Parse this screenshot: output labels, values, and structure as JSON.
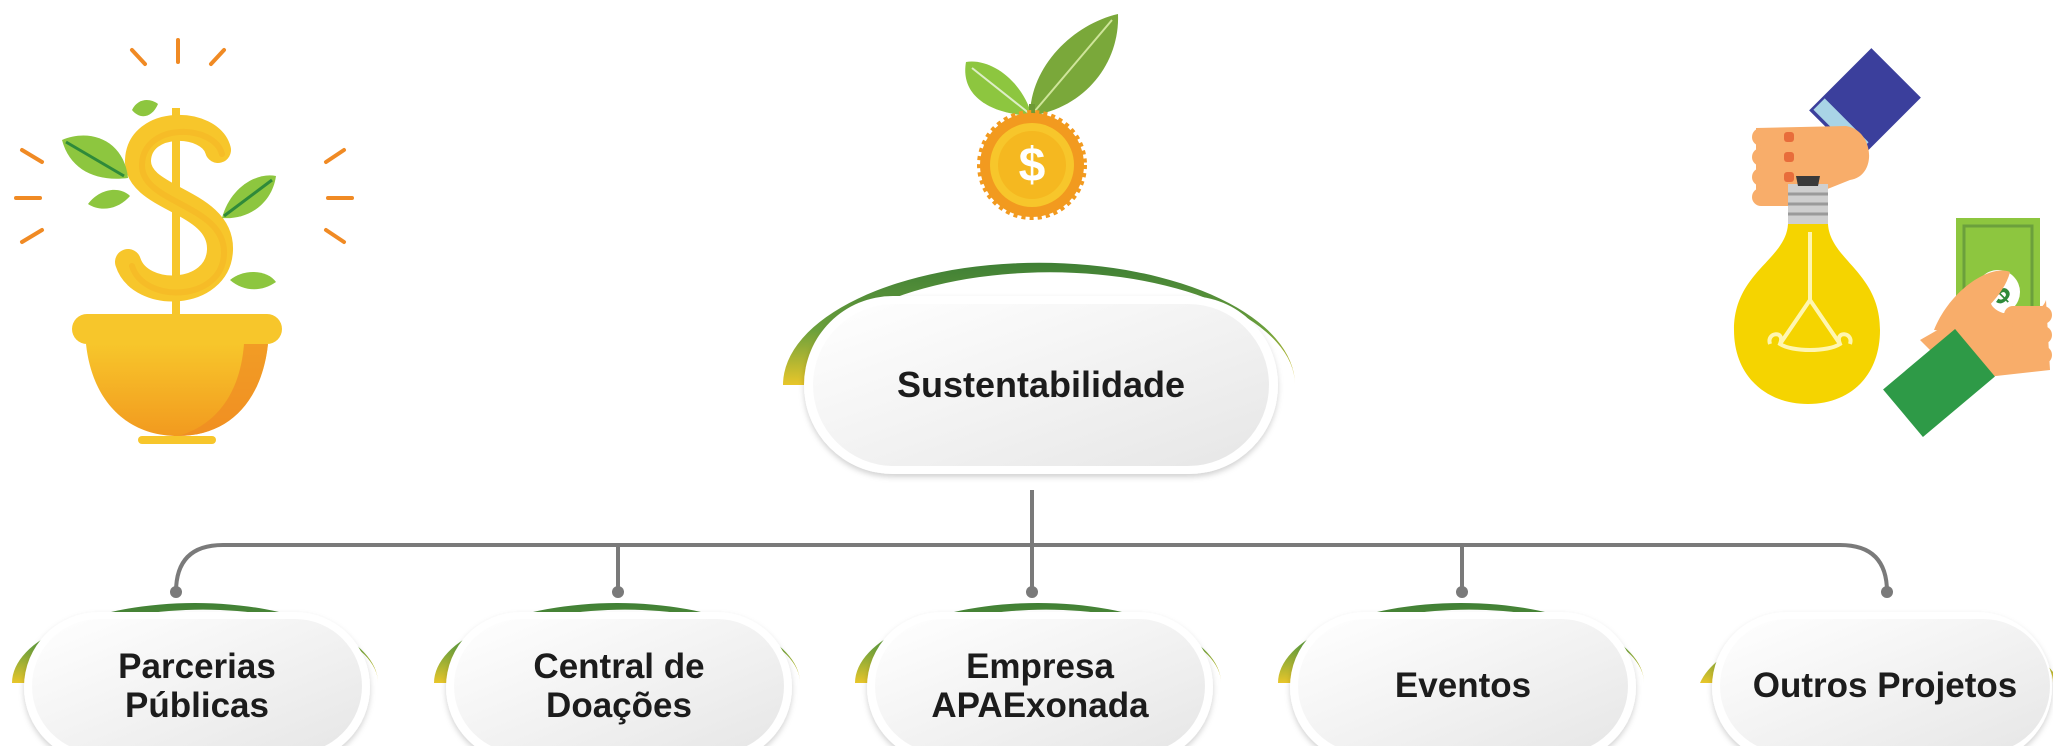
{
  "diagram": {
    "root": {
      "label": "Sustentabilidade"
    },
    "children": [
      {
        "label": "Parcerias\nPúblicas"
      },
      {
        "label": "Central de\nDoações"
      },
      {
        "label": "Empresa\nAPAExonada"
      },
      {
        "label": "Eventos"
      },
      {
        "label": "Outros Projetos"
      }
    ]
  },
  "icons": [
    "money-plant-icon",
    "coin-sprout-icon",
    "idea-investment-icon"
  ],
  "colors": {
    "arc_green": "#4e8d3a",
    "arc_yellow": "#e9c22a",
    "connector": "#7a7a7a",
    "pill_fill": "#f2f2f2"
  }
}
